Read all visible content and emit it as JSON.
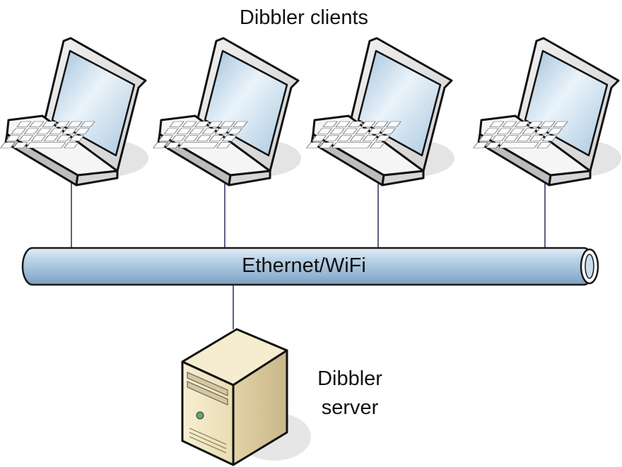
{
  "labels": {
    "clients": "Dibbler clients",
    "network": "Ethernet/WiFi",
    "server_line1": "Dibbler",
    "server_line2": "server"
  },
  "icons": {
    "client": "laptop-icon",
    "server": "tower-server-icon"
  },
  "colors": {
    "connector": "#2a2a5a",
    "bus_fill": "#a8c6e0",
    "laptop_screen": "#c6dcec",
    "server_body": "#f1e6c3"
  }
}
